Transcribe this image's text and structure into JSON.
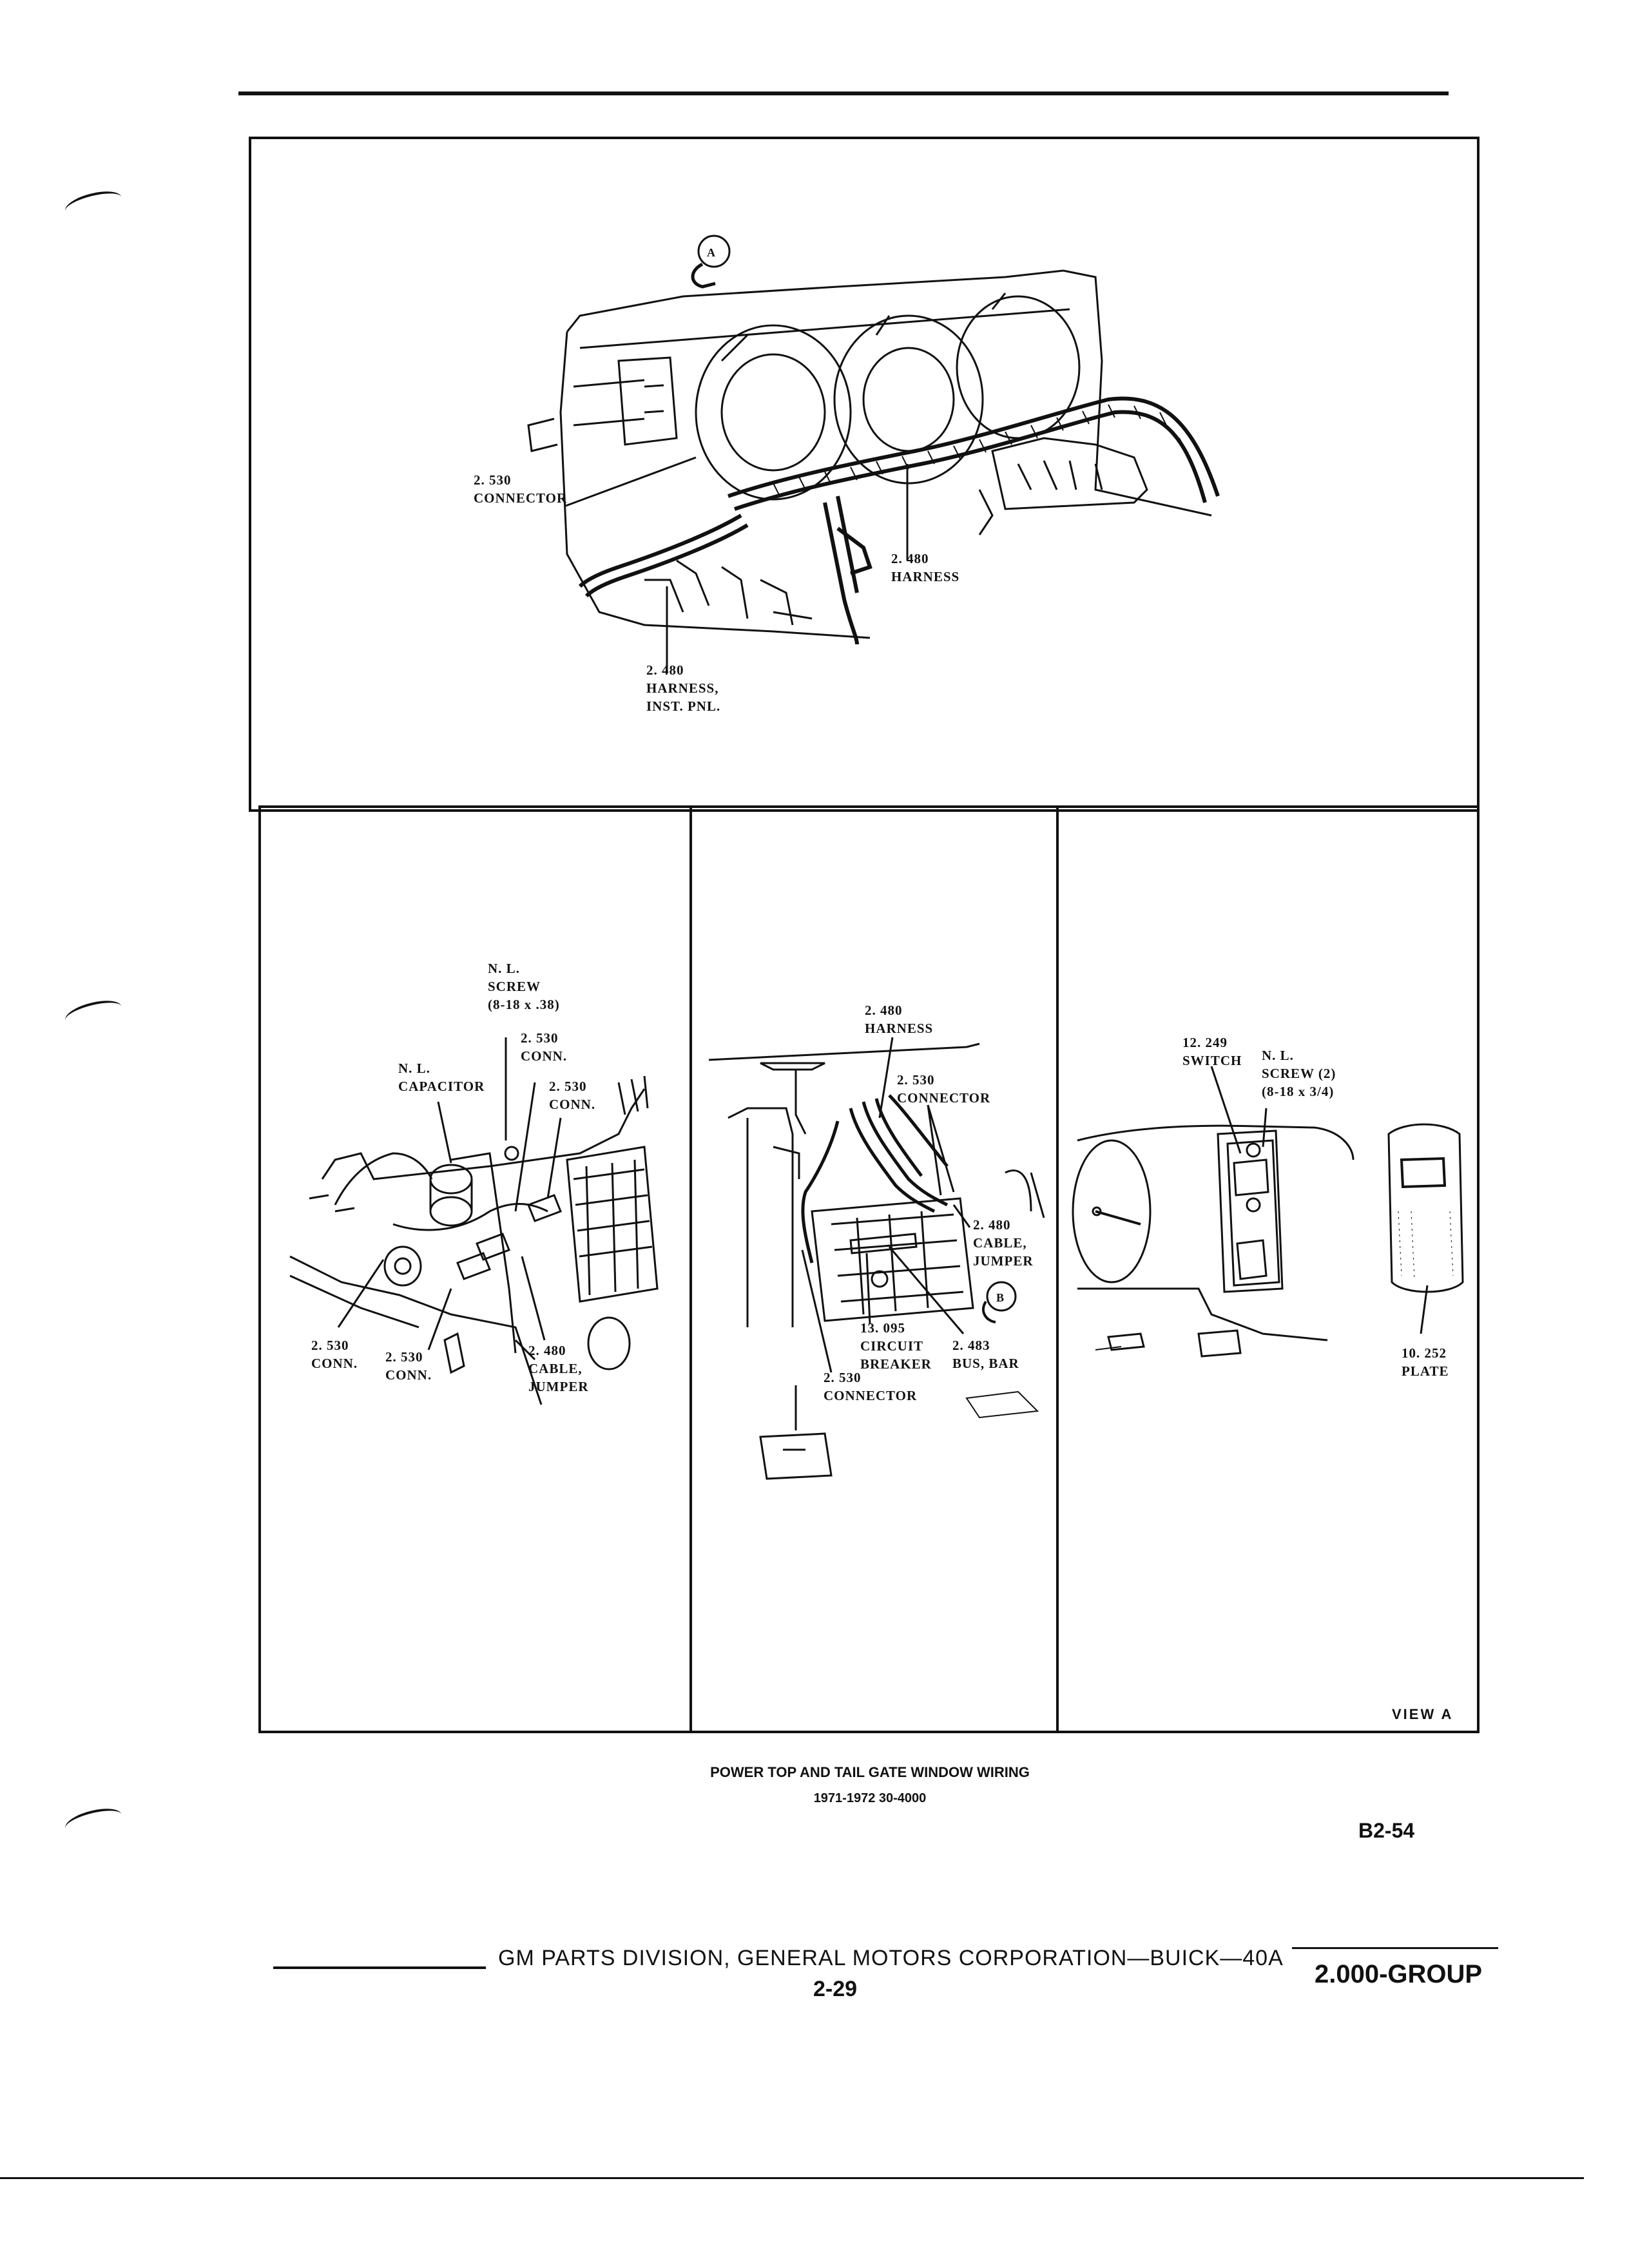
{
  "figure": {
    "top_panel": {
      "view_marker": "A",
      "labels": [
        {
          "id": "connector-2530",
          "lines": [
            "2. 530",
            "CONNECTOR"
          ]
        },
        {
          "id": "harness-2480",
          "lines": [
            "2. 480",
            "HARNESS"
          ]
        },
        {
          "id": "harness-inst-pnl",
          "lines": [
            "2. 480",
            "HARNESS,",
            "INST. PNL."
          ]
        }
      ]
    },
    "left_panel": {
      "labels": [
        {
          "id": "nl-screw",
          "lines": [
            "N. L.",
            "SCREW",
            "(8-18 x .38)"
          ]
        },
        {
          "id": "conn-2530-a",
          "lines": [
            "2. 530",
            "CONN."
          ]
        },
        {
          "id": "nl-capacitor",
          "lines": [
            "N. L.",
            "CAPACITOR"
          ]
        },
        {
          "id": "conn-2530-b",
          "lines": [
            "2. 530",
            "CONN."
          ]
        },
        {
          "id": "conn-2530-c",
          "lines": [
            "2. 530",
            "CONN."
          ]
        },
        {
          "id": "conn-2530-d",
          "lines": [
            "2. 530",
            "CONN."
          ]
        },
        {
          "id": "cable-jumper-left",
          "lines": [
            "2. 480",
            "CABLE,",
            "JUMPER"
          ]
        }
      ]
    },
    "middle_panel": {
      "view_marker": "B",
      "labels": [
        {
          "id": "harness-mid",
          "lines": [
            "2. 480",
            "HARNESS"
          ]
        },
        {
          "id": "connector-mid",
          "lines": [
            "2. 530",
            "CONNECTOR"
          ]
        },
        {
          "id": "cable-jumper-mid",
          "lines": [
            "2. 480",
            "CABLE,",
            "JUMPER"
          ]
        },
        {
          "id": "circuit-breaker",
          "lines": [
            "13. 095",
            "CIRCUIT",
            "BREAKER"
          ]
        },
        {
          "id": "bus-bar",
          "lines": [
            "2. 483",
            "BUS, BAR"
          ]
        },
        {
          "id": "connector-mid-bottom",
          "lines": [
            "2. 530",
            "CONNECTOR"
          ]
        }
      ]
    },
    "right_panel": {
      "view_label": "VIEW A",
      "labels": [
        {
          "id": "switch",
          "lines": [
            "12. 249",
            "SWITCH"
          ]
        },
        {
          "id": "nl-screw-2",
          "lines": [
            "N. L.",
            "SCREW (2)",
            "(8-18 x 3/4)"
          ]
        },
        {
          "id": "plate",
          "lines": [
            "10. 252",
            "PLATE"
          ]
        }
      ]
    }
  },
  "caption": {
    "title": "POWER TOP AND TAIL GATE WINDOW WIRING",
    "subtitle": "1971-1972 30-4000"
  },
  "figure_code": "B2-54",
  "footer": {
    "division": "GM PARTS DIVISION, GENERAL MOTORS CORPORATION—BUICK—40A",
    "page_number": "2-29",
    "group": "2.000-GROUP"
  }
}
